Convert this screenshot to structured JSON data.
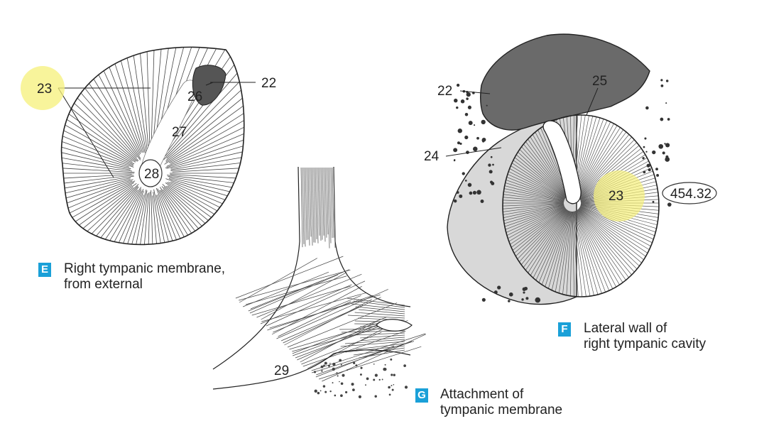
{
  "colors": {
    "badge": "#1aa0d8",
    "highlight": "#f5f07a",
    "ink": "#222222"
  },
  "figures": [
    {
      "letter": "E",
      "caption_lines": [
        "Right tympanic membrane,",
        "from external"
      ]
    },
    {
      "letter": "F",
      "caption_lines": [
        "Lateral wall of",
        "right tympanic cavity"
      ]
    },
    {
      "letter": "G",
      "caption_lines": [
        "Attachment of",
        "tympanic membrane"
      ]
    }
  ],
  "labels": {
    "e_23": "23",
    "e_22": "22",
    "e_26": "26",
    "e_27": "27",
    "e_28": "28",
    "f_22": "22",
    "f_25": "25",
    "f_24": "24",
    "f_23": "23",
    "f_ref": "454.32",
    "g_29": "29"
  }
}
